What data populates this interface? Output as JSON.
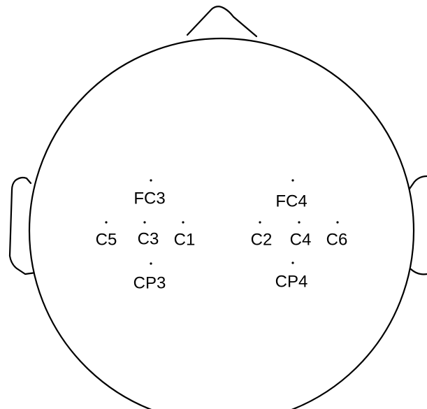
{
  "diagram": {
    "electrodes": [
      {
        "id": "FC3",
        "label": "FC3"
      },
      {
        "id": "C5",
        "label": "C5"
      },
      {
        "id": "C3",
        "label": "C3"
      },
      {
        "id": "C1",
        "label": "C1"
      },
      {
        "id": "CP3",
        "label": "CP3"
      },
      {
        "id": "FC4",
        "label": "FC4"
      },
      {
        "id": "C2",
        "label": "C2"
      },
      {
        "id": "C4",
        "label": "C4"
      },
      {
        "id": "C6",
        "label": "C6"
      },
      {
        "id": "CP4",
        "label": "CP4"
      }
    ],
    "colors": {
      "stroke": "#000000",
      "background": "#ffffff"
    }
  }
}
